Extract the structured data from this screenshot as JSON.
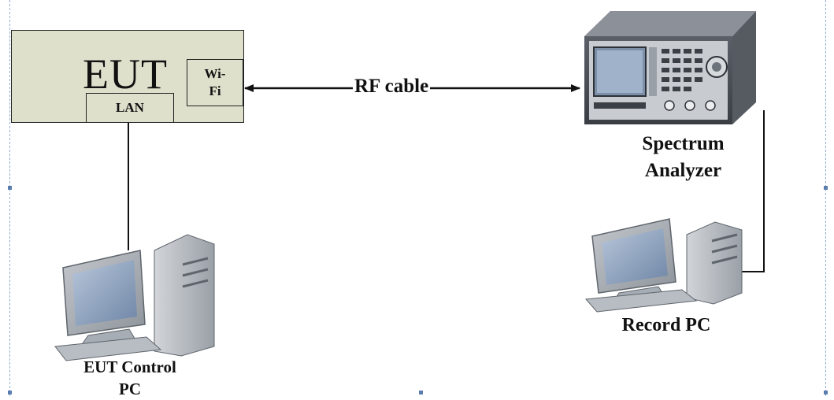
{
  "diagram": {
    "eut": {
      "title": "EUT",
      "wifi_line1": "Wi-",
      "wifi_line2": "Fi",
      "lan": "LAN"
    },
    "link_label": "RF cable",
    "spectrum_analyzer": {
      "line1": "Spectrum",
      "line2": "Analyzer"
    },
    "record_pc": "Record PC",
    "eut_control_pc": {
      "line1": "EUT Control",
      "line2": "PC"
    }
  },
  "colors": {
    "eut_fill": "#dfe0cc",
    "device_gray": "#a9adb3",
    "screen_blue": "#8fa6c4",
    "frame_dashed": "#8fb0d8"
  }
}
